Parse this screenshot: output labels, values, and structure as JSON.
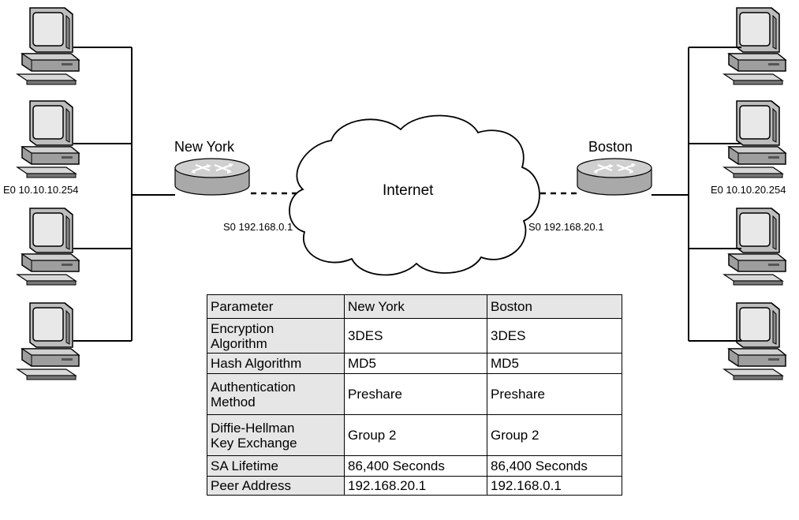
{
  "sites": {
    "left": {
      "name": "New York",
      "ethernet": "E0 10.10.10.254",
      "serial": "S0 192.168.0.1"
    },
    "right": {
      "name": "Boston",
      "ethernet": "E0 10.10.20.254",
      "serial": "S0 192.168.20.1"
    }
  },
  "cloud": {
    "label": "Internet"
  },
  "table": {
    "headers": [
      "Parameter",
      "New York",
      "Boston"
    ],
    "rows": [
      {
        "param": "Encryption\nAlgorithm",
        "ny": "3DES",
        "boston": "3DES"
      },
      {
        "param": "Hash Algorithm",
        "ny": "MD5",
        "boston": "MD5"
      },
      {
        "param": "Authentication\nMethod",
        "ny": "Preshare",
        "boston": "Preshare"
      },
      {
        "param": "Diffie-Hellman\nKey Exchange",
        "ny": "Group 2",
        "boston": "Group 2"
      },
      {
        "param": "SA Lifetime",
        "ny": "86,400 Seconds",
        "boston": "86,400 Seconds"
      },
      {
        "param": "Peer Address",
        "ny": "192.168.20.1",
        "boston": "192.168.0.1"
      }
    ]
  }
}
